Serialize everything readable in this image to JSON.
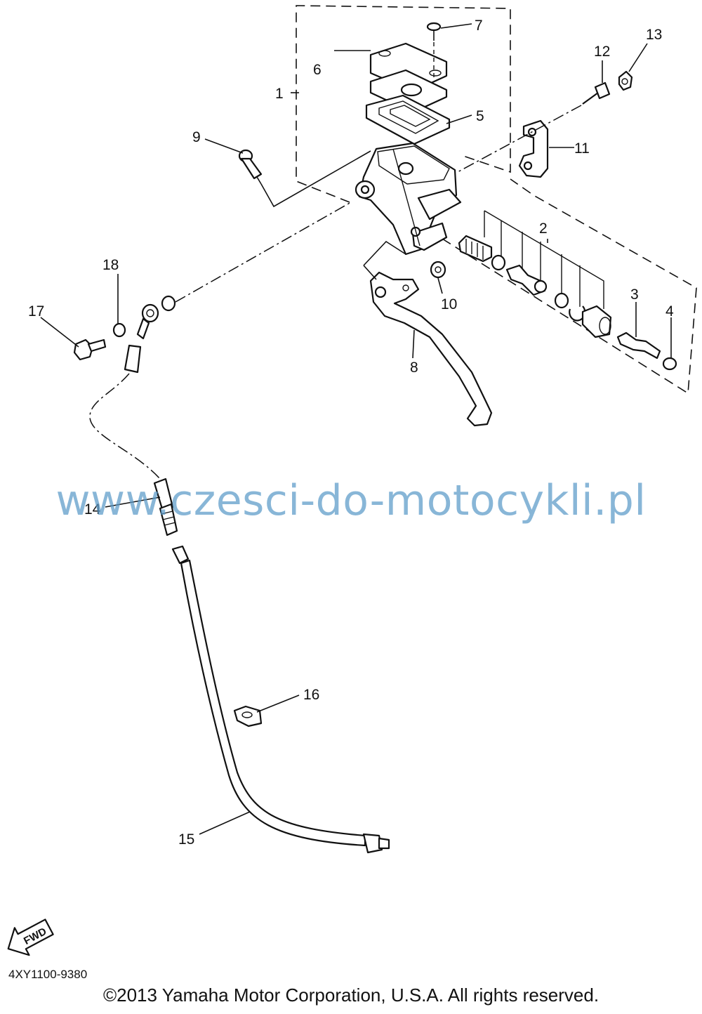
{
  "diagram": {
    "callouts": [
      {
        "id": "1",
        "label": "1"
      },
      {
        "id": "2",
        "label": "2"
      },
      {
        "id": "3",
        "label": "3"
      },
      {
        "id": "4",
        "label": "4"
      },
      {
        "id": "5",
        "label": "5"
      },
      {
        "id": "6",
        "label": "6"
      },
      {
        "id": "7",
        "label": "7"
      },
      {
        "id": "8",
        "label": "8"
      },
      {
        "id": "9",
        "label": "9"
      },
      {
        "id": "10",
        "label": "10"
      },
      {
        "id": "11",
        "label": "11"
      },
      {
        "id": "12",
        "label": "12"
      },
      {
        "id": "13",
        "label": "13"
      },
      {
        "id": "14",
        "label": "14"
      },
      {
        "id": "15",
        "label": "15"
      },
      {
        "id": "16",
        "label": "16"
      },
      {
        "id": "17",
        "label": "17"
      },
      {
        "id": "18",
        "label": "18"
      }
    ],
    "fwd_arrow_label": "FWD",
    "watermark": "www.czesci-do-motocykli.pl",
    "reference_code": "4XY1100-9380",
    "copyright": "©2013 Yamaha Motor Corporation, U.S.A. All rights reserved."
  }
}
